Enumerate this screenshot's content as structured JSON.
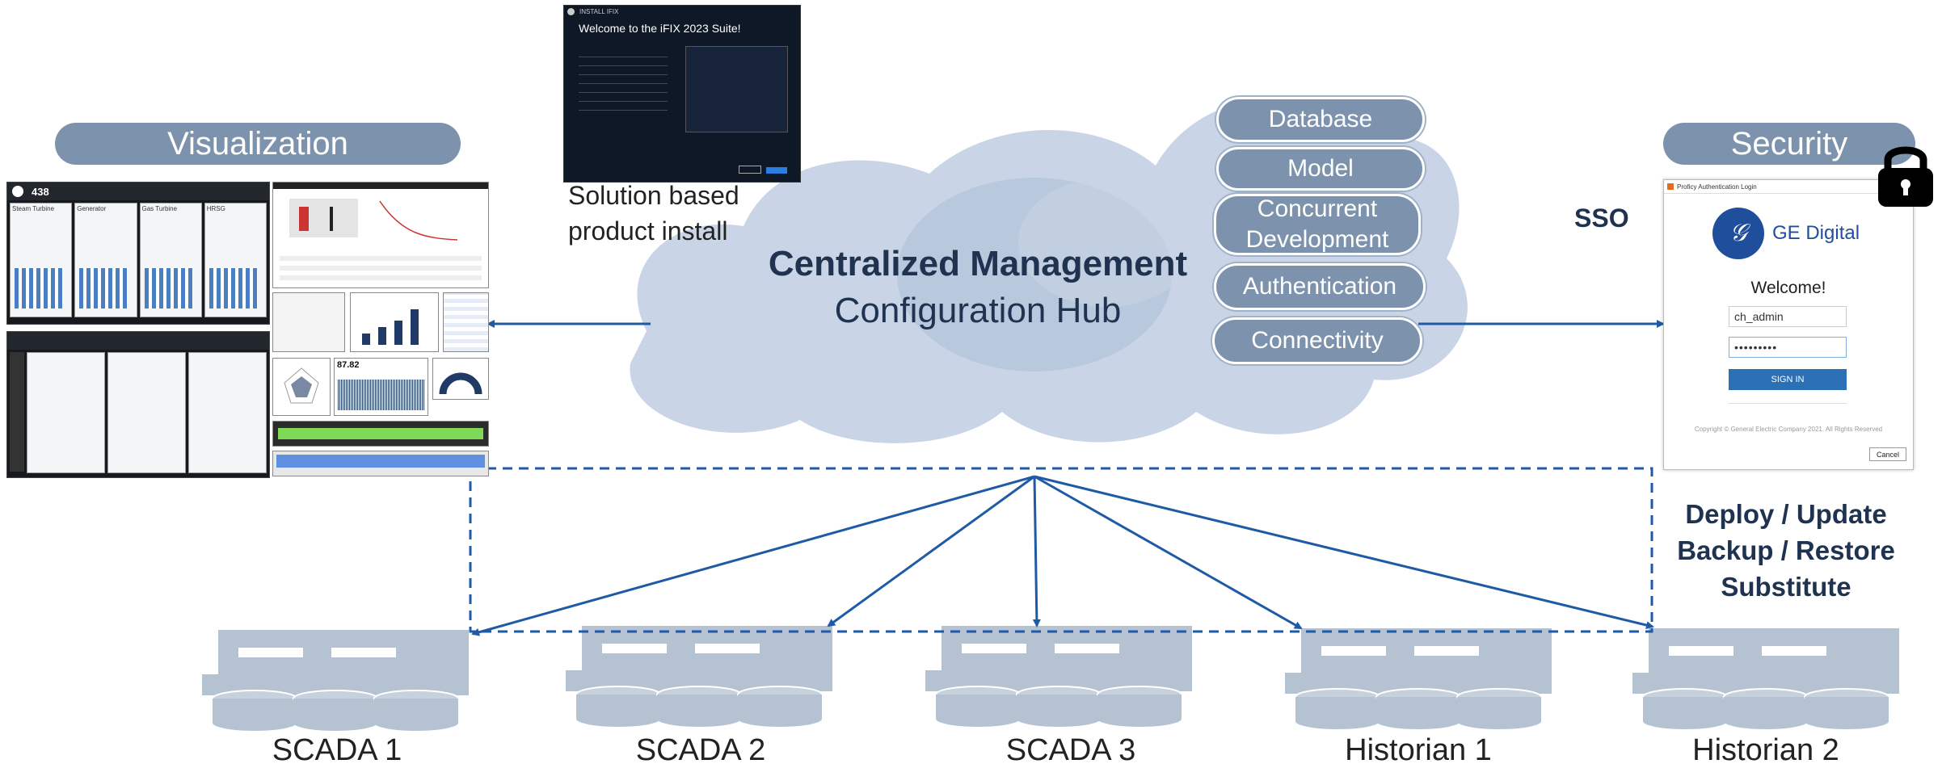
{
  "hub": {
    "title": "Centralized Management",
    "subtitle": "Configuration Hub",
    "services": [
      "Database",
      "Model",
      "Concurrent Development",
      "Authentication",
      "Connectivity"
    ]
  },
  "visualization": {
    "header": "Visualization"
  },
  "security": {
    "header": "Security",
    "sso": "SSO"
  },
  "installer": {
    "window_title": "INSTALL IFIX",
    "welcome": "Welcome to the iFIX 2023 Suite!",
    "caption_line1": "Solution based",
    "caption_line2": "product install"
  },
  "login": {
    "window_title": "Proficy Authentication Login",
    "brand": "GE Digital",
    "welcome": "Welcome!",
    "username": "ch_admin",
    "password_mask": "•••••••••",
    "sign_in": "SIGN IN",
    "copyright": "Copyright © General Electric Company 2021. All Rights Reserved",
    "cancel": "Cancel"
  },
  "ops": {
    "line1": "Deploy / Update",
    "line2": "Backup / Restore",
    "line3": "Substitute"
  },
  "servers": [
    "SCADA 1",
    "SCADA 2",
    "SCADA 3",
    "Historian 1",
    "Historian 2"
  ],
  "dashboard": {
    "value_main": "438",
    "value_speed": "87.82",
    "tile_labels": [
      "Steam Turbine",
      "Generator",
      "Gas Turbine",
      "HRSG"
    ]
  },
  "colors": {
    "pill": "#7d93ad",
    "cloud": "#c9d5e6",
    "cloud_dark": "#b3c4da",
    "arrow": "#1f5aa6",
    "server": "#b5c2d2",
    "title_dark": "#1f3350"
  }
}
